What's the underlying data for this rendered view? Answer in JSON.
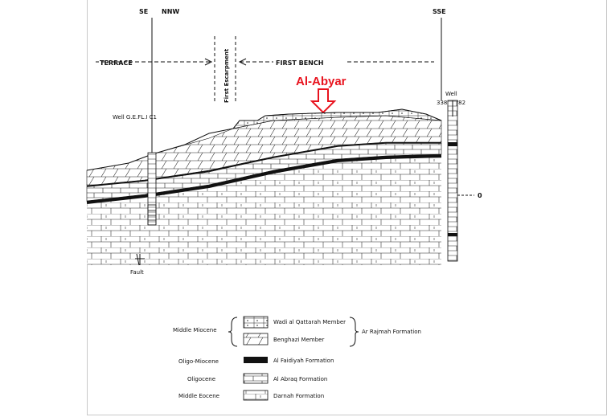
{
  "top_labels": {
    "left_se": "SE",
    "left_nnw": "NNW",
    "right_sse": "SSE"
  },
  "zones": {
    "terrace": "TERRACE",
    "first_bench": "FIRST BENCH",
    "first_escarpment": "First Escarpment"
  },
  "highlight": {
    "text": "Al-Abyar",
    "color": "#e8131e"
  },
  "wells": {
    "left": "Well G.E.FL.I C1",
    "right_line1": "Well",
    "right_line2": "3389-2/82"
  },
  "datum_label": "0",
  "fault_label": "Fault",
  "legend": {
    "items": [
      {
        "age": "Middle Miocene",
        "unit": "Wadi al Qattarah Member"
      },
      {
        "age": "",
        "unit": "Benghazi Member"
      },
      {
        "age": "Oligo-Miocene",
        "unit": "Al Faidiyah Formation"
      },
      {
        "age": "Oligocene",
        "unit": "Al Abraq Formation"
      },
      {
        "age": "Middle Eocene",
        "unit": "Darnah Formation"
      }
    ],
    "group_label": "Ar Rajmah Formation"
  },
  "colors": {
    "ink": "#111111",
    "arrow": "#e8131e"
  }
}
